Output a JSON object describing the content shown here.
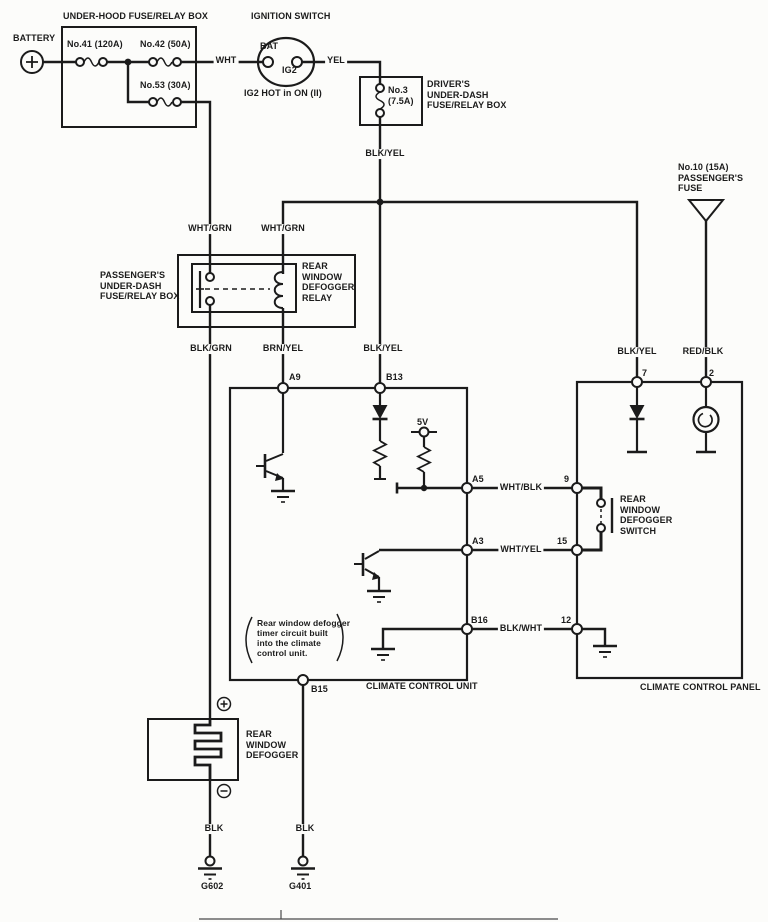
{
  "colors": {
    "ink": "#1b1b1b",
    "paper": "#fcfcfa"
  },
  "labels": {
    "battery": "BATTERY",
    "underhood_box": "UNDER-HOOD FUSE/RELAY BOX",
    "fuse41": "No.41 (120A)",
    "fuse42": "No.42 (50A)",
    "fuse53": "No.53 (30A)",
    "wht": "WHT",
    "ignition_title": "IGNITION SWITCH",
    "bat": "BAT",
    "ig2": "IG2",
    "ig2_note": "IG2 HOT in ON (II)",
    "yel": "YEL",
    "fuse3": "No.3\n(7.5A)",
    "driver_box": "DRIVER'S\nUNDER-DASH\nFUSE/RELAY BOX",
    "blk_yel_top": "BLK/YEL",
    "passenger_fuse": "No.10 (15A)\nPASSENGER'S\nFUSE",
    "wht_grn_left": "WHT/GRN",
    "wht_grn_right": "WHT/GRN",
    "passenger_box": "PASSENGER'S\nUNDER-DASH\nFUSE/RELAY BOX",
    "defogger_relay": "REAR\nWINDOW\nDEFOGGER\nRELAY",
    "blk_grn": "BLK/GRN",
    "brn_yel": "BRN/YEL",
    "blk_yel_mid": "BLK/YEL",
    "blk_yel_right": "BLK/YEL",
    "red_blk": "RED/BLK",
    "term_a9": "A9",
    "term_b13": "B13",
    "term_7": "7",
    "term_2": "2",
    "v5": "5V",
    "term_a5": "A5",
    "wht_blk": "WHT/BLK",
    "term_9": "9",
    "defogger_switch": "REAR\nWINDOW\nDEFOGGER\nSWITCH",
    "term_a3": "A3",
    "wht_yel": "WHT/YEL",
    "term_15": "15",
    "term_b16": "B16",
    "blk_wht": "BLK/WHT",
    "term_12": "12",
    "timer_note": "Rear window defogger\ntimer circuit built\ninto the climate\ncontrol unit.",
    "term_b15": "B15",
    "climate_unit": "CLIMATE CONTROL UNIT",
    "climate_panel": "CLIMATE CONTROL PANEL",
    "rear_defogger": "REAR\nWINDOW\nDEFOGGER",
    "blk_left": "BLK",
    "blk_right": "BLK",
    "g602": "G602",
    "g401": "G401"
  }
}
